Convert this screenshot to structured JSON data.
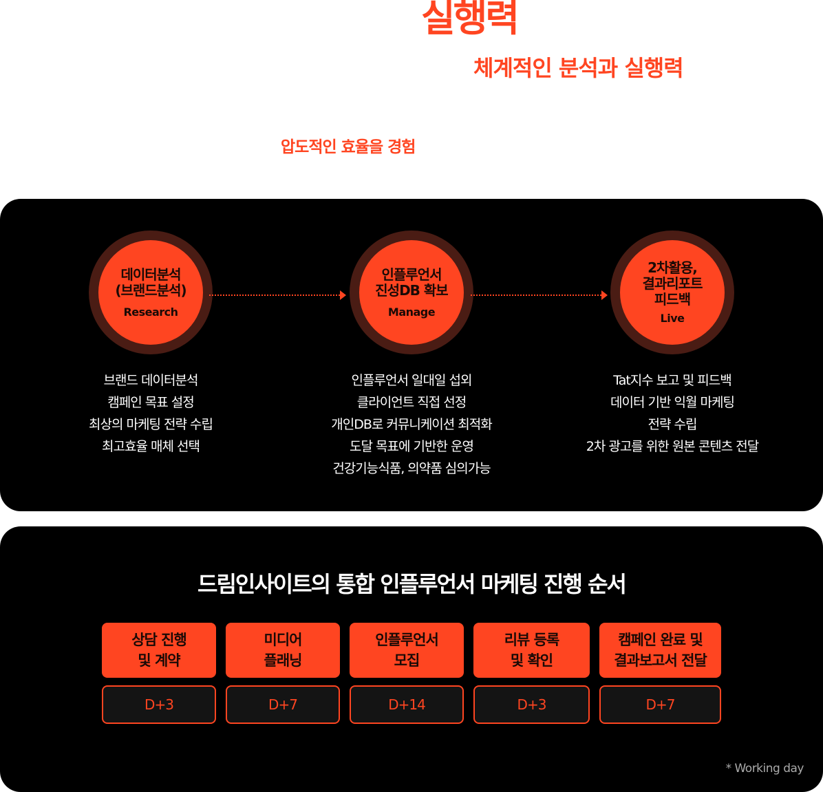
{
  "hero": {
    "title": "실행력",
    "subtitle": "체계적인 분석과 실행력",
    "note": "압도적인 효율을 경험"
  },
  "process": {
    "stages": [
      {
        "title": "데이터분석\n(브랜드분석)",
        "tag": "Research",
        "desc": [
          "브랜드 데이터분석",
          "캠페인 목표 설정",
          "최상의 마케팅 전략 수립",
          "최고효율 매체 선택"
        ]
      },
      {
        "title": "인플루언서\n진성DB 확보",
        "tag": "Manage",
        "desc": [
          "인플루언서 일대일 섭외",
          "클라이언트 직접 선정",
          "개인DB로 커뮤니케이션 최적화",
          "도달 목표에 기반한 운영",
          "건강기능식품, 의약품 심의가능"
        ]
      },
      {
        "title": "2차활용,\n결과리포트\n피드백",
        "tag": "Live",
        "desc": [
          "Tat지수 보고 및 피드백",
          "데이터 기반 익월 마케팅",
          "전략 수립",
          "2차 광고를 위한 원본 콘텐츠 전달"
        ]
      }
    ]
  },
  "order": {
    "heading": "드림인사이트의 통합 인플루언서 마케팅 진행 순서",
    "steps": [
      {
        "label": "상담 진행\n및 계약",
        "days": "D+3"
      },
      {
        "label": "미디어\n플래닝",
        "days": "D+7"
      },
      {
        "label": "인플루언서\n모집",
        "days": "D+14"
      },
      {
        "label": "리뷰 등록\n및 확인",
        "days": "D+3"
      },
      {
        "label": "캠페인 완료 및\n결과보고서 전달",
        "days": "D+7"
      }
    ],
    "footnote": "* Working day"
  },
  "colors": {
    "accent": "#ff4521",
    "panel": "#000000",
    "ring": "#4a1c14"
  }
}
